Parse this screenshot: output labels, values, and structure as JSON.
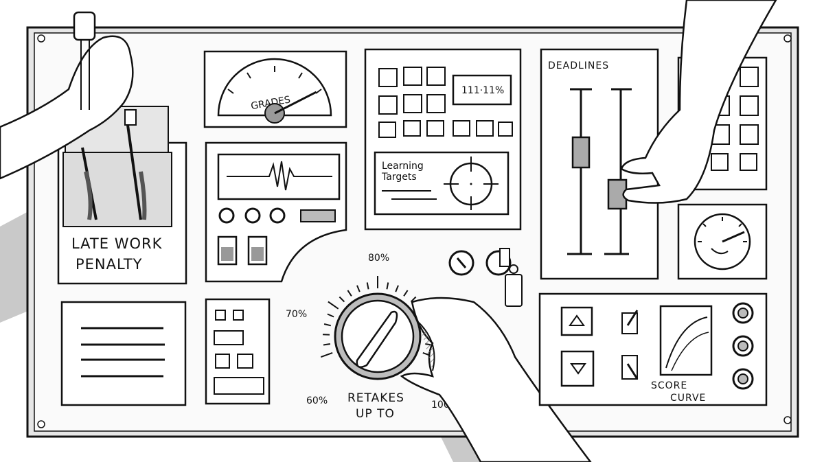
{
  "panel": {
    "late_work": {
      "line1": "LATE WORK",
      "line2": "PENALTY"
    },
    "grades": {
      "label": "GRADES",
      "needle_fraction": 0.85
    },
    "percent_display": "111·11%",
    "learning_targets": {
      "line1": "Learning",
      "line2": "Targets"
    },
    "deadlines": {
      "label": "DEADLINES"
    },
    "retakes": {
      "line1": "RETAKES",
      "line2": "UP TO",
      "marks": [
        "60%",
        "70%",
        "80%",
        "100%"
      ]
    },
    "score_curve": {
      "line1": "SCORE",
      "line2": "CURVE"
    }
  }
}
